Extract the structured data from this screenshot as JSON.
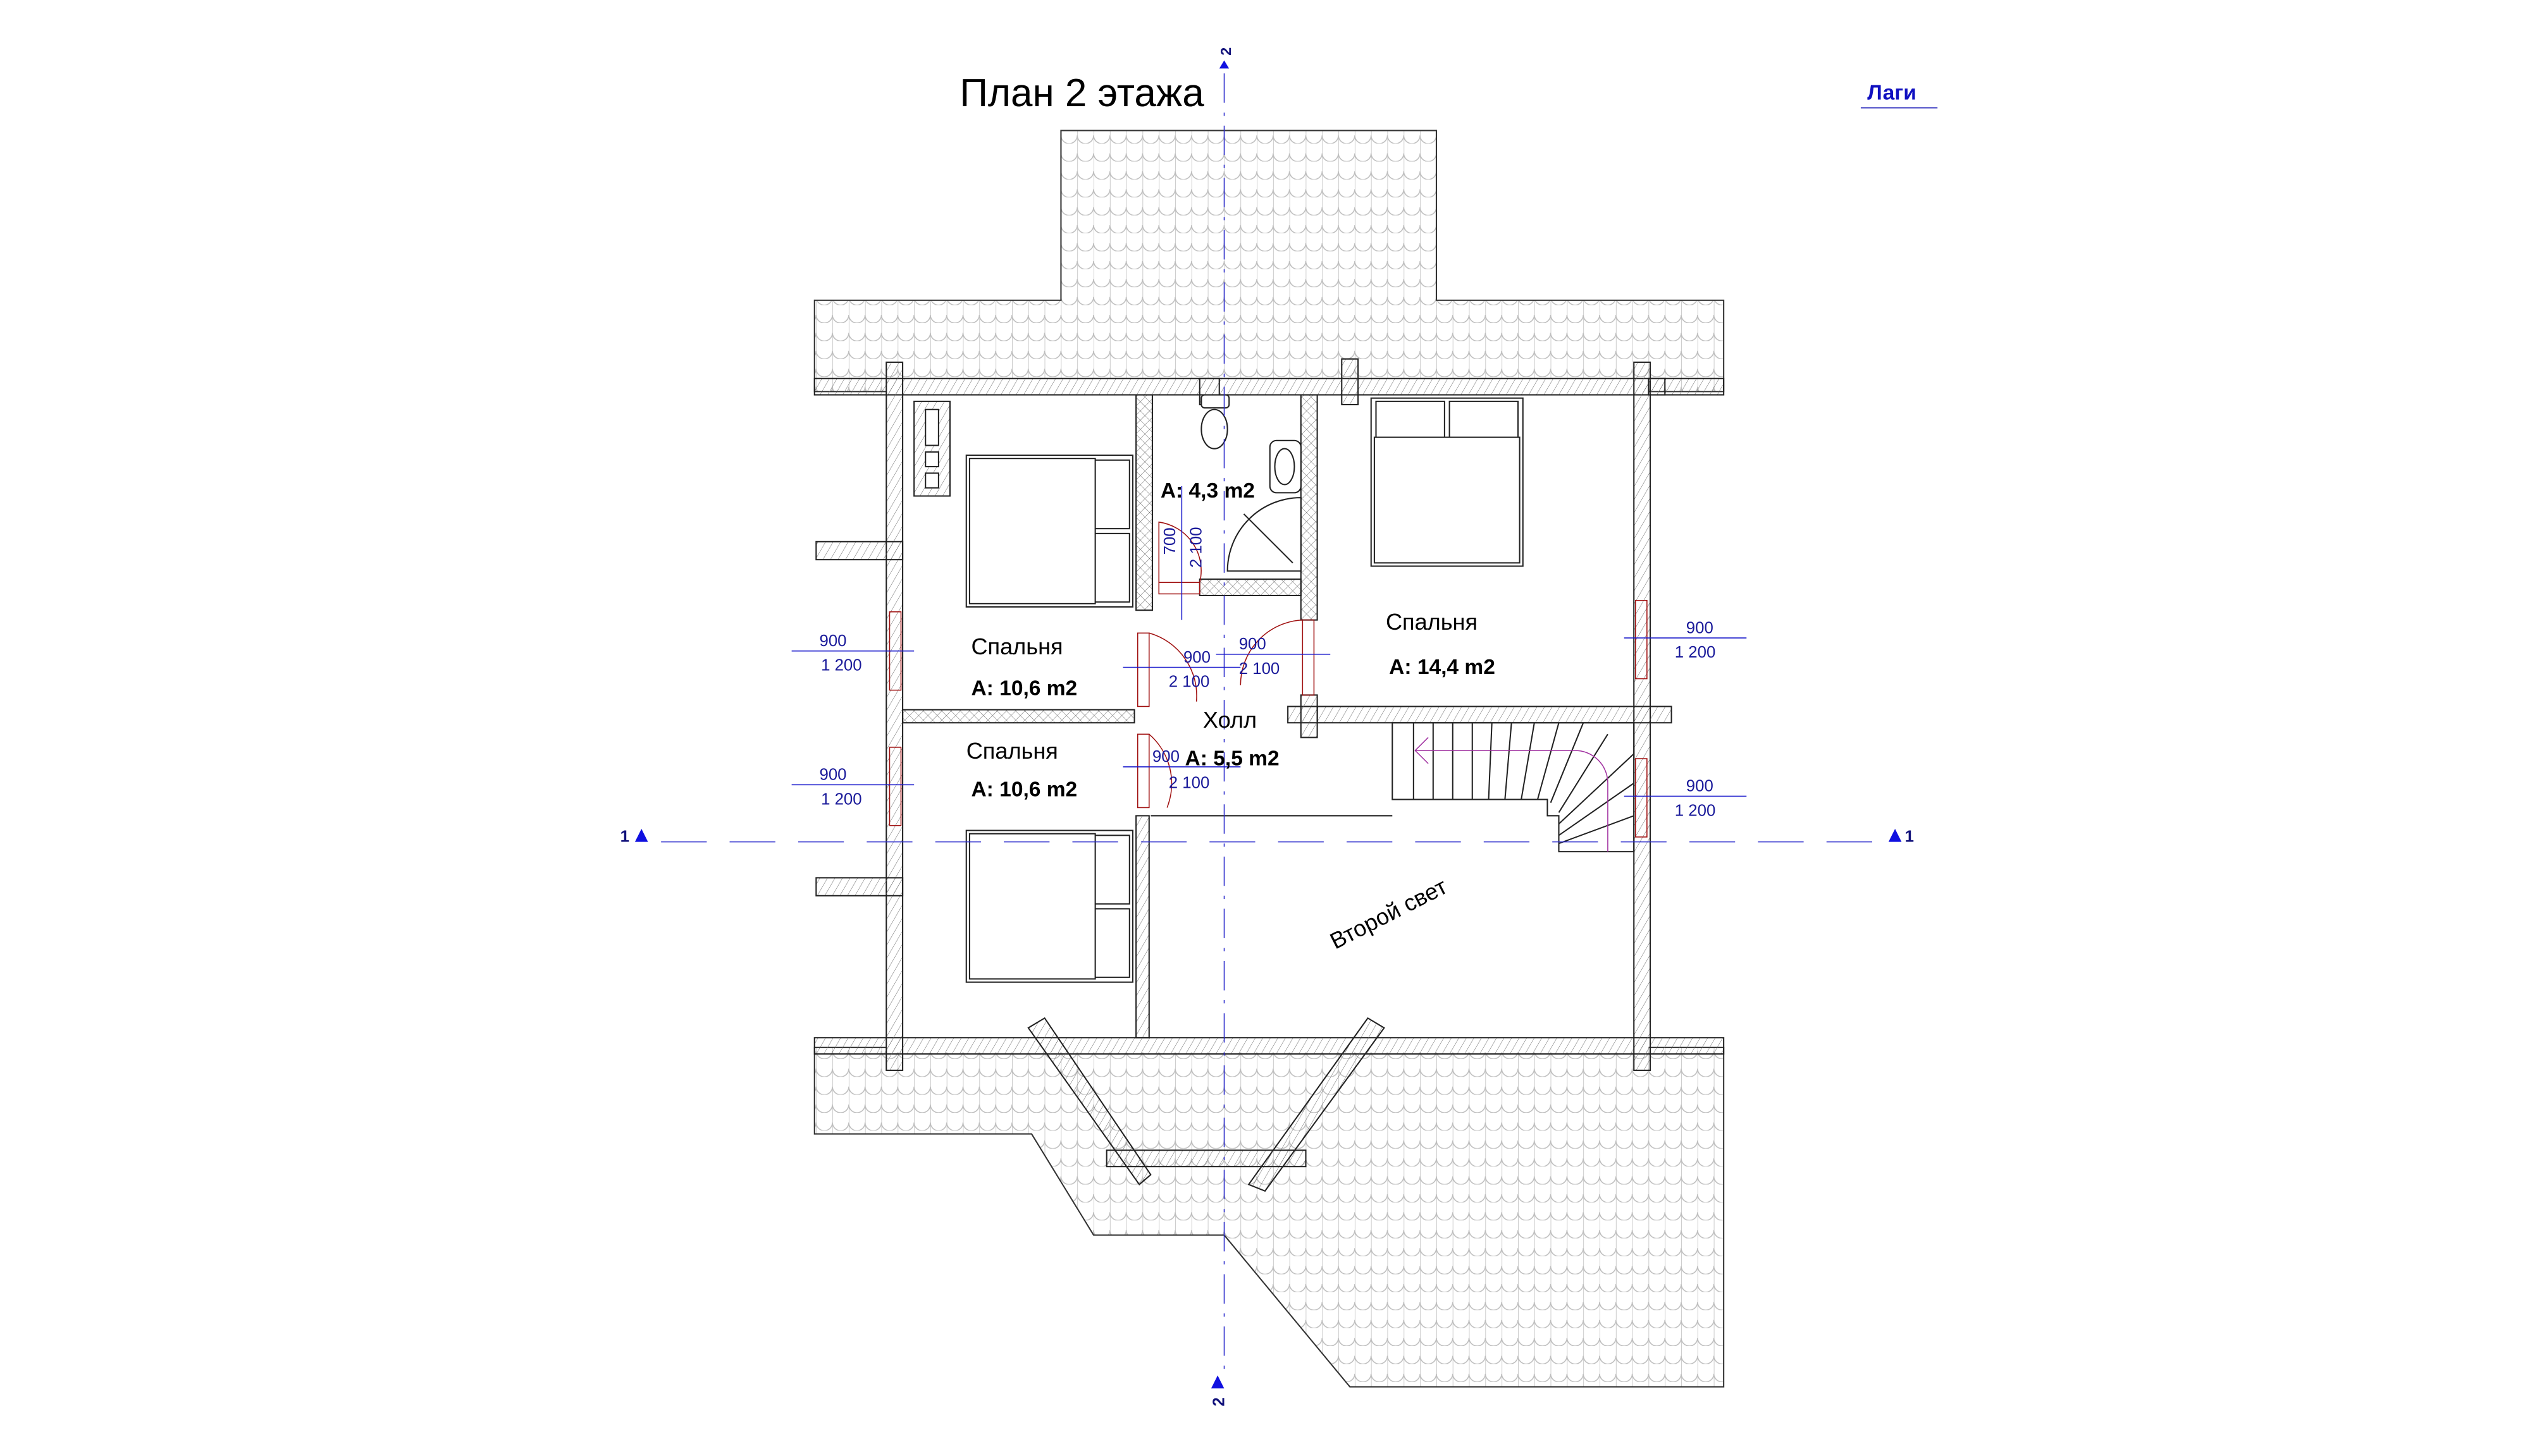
{
  "title": "План 2 этажа",
  "legend_link": "Лаги",
  "rooms": [
    {
      "name": "Спальня",
      "area": "A: 10,6 m2"
    },
    {
      "name": "Спальня",
      "area": "A: 10,6 m2"
    },
    {
      "name": "",
      "area": "A: 4,3 m2"
    },
    {
      "name": "Спальня",
      "area": "A: 14,4 m2"
    },
    {
      "name": "Холл",
      "area": "A: 5,5 m2"
    }
  ],
  "open_space_label": "Второй свет",
  "windows": [
    {
      "width": "900",
      "height": "1 200"
    },
    {
      "width": "900",
      "height": "1 200"
    },
    {
      "width": "900",
      "height": "1 200"
    },
    {
      "width": "900",
      "height": "1 200"
    }
  ],
  "doors": [
    {
      "width": "900",
      "height": "2 100"
    },
    {
      "width": "900",
      "height": "2 100"
    },
    {
      "width": "900",
      "height": "2 100"
    },
    {
      "width": "700",
      "height": "2 100"
    }
  ],
  "section_markers": {
    "horizontal": "1",
    "vertical": "2"
  },
  "colors": {
    "annotation": "#1a1acc",
    "door": "#a01010",
    "wall": "#222222"
  }
}
